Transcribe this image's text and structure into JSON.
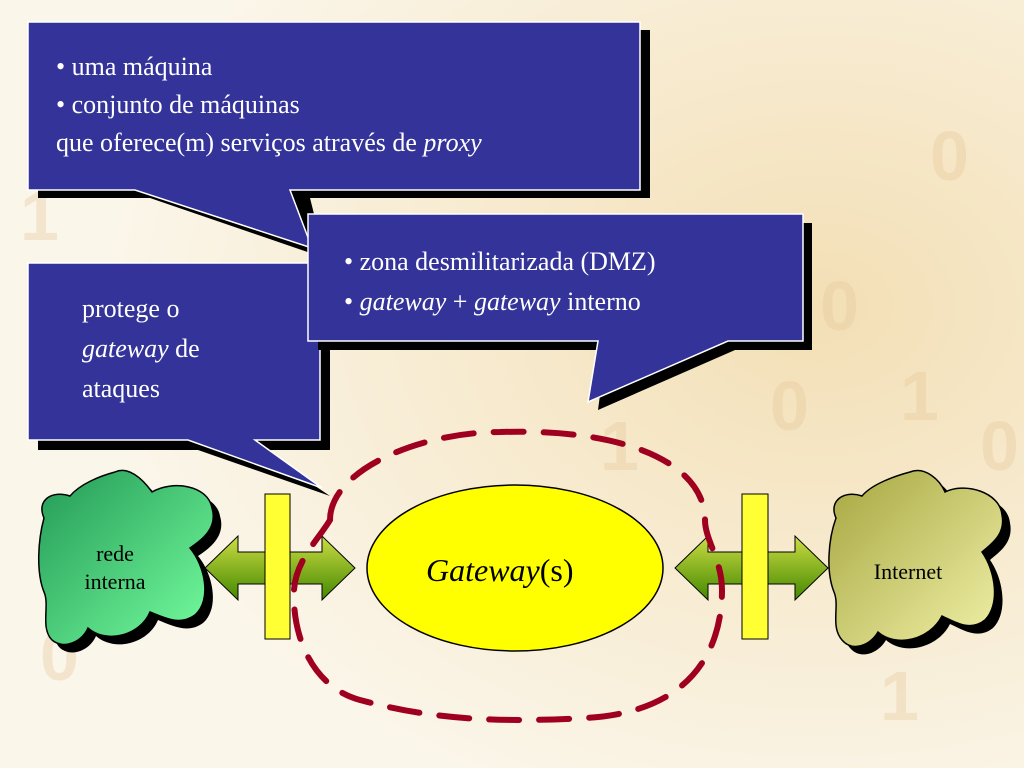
{
  "callouts": {
    "top": {
      "line1": "• uma máquina",
      "line2": "• conjunto de máquinas",
      "line3_prefix": "que oferece(m) serviços através de ",
      "line3_italic": "proxy"
    },
    "left": {
      "line1": "protege o",
      "line2_italic": "gateway",
      "line2_suffix": " de",
      "line3": "ataques"
    },
    "right": {
      "line1": "• zona desmilitarizada (DMZ)",
      "line2_bullet": "• ",
      "line2_italic_a": "gateway",
      "line2_plus": " + ",
      "line2_italic_b": "gateway",
      "line2_suffix": " interno"
    }
  },
  "nodes": {
    "gateway_italic": "Gateway",
    "gateway_suffix": "(s)",
    "rede_line1": "rede",
    "rede_line2": "interna",
    "internet": "Internet"
  },
  "colors": {
    "callout_fill": "#333399",
    "shadow": "#000000",
    "gateway_fill": "#ffff00",
    "firewall_bar": "#ffff33",
    "dmz_dash": "#a00020",
    "arrow_green": "#66aa00",
    "internal_cloud": "#44cc77",
    "internet_cloud": "#cccc66"
  }
}
